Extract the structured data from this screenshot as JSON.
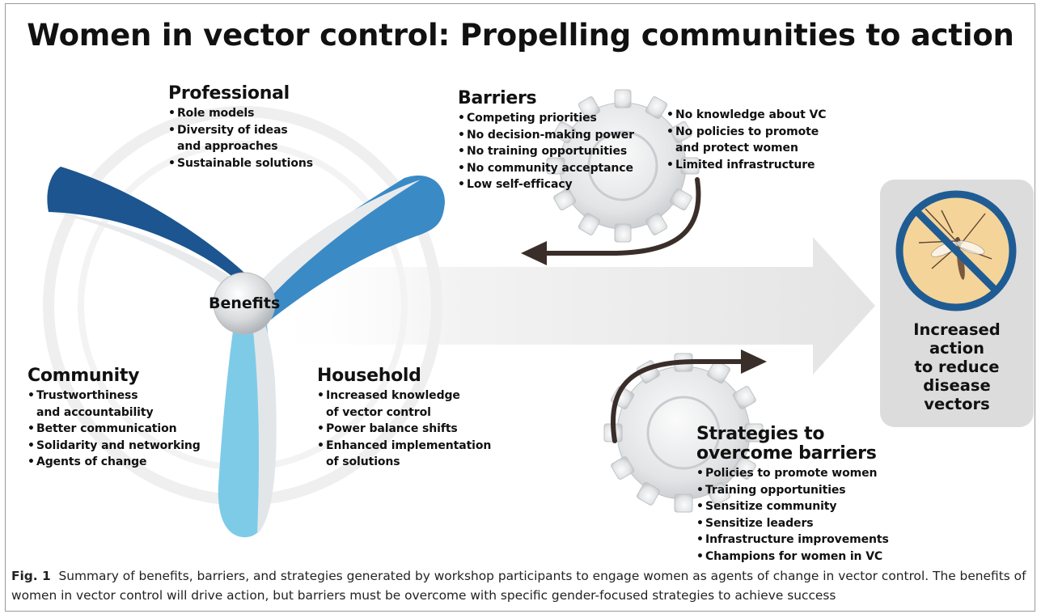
{
  "title": "Women in vector control: Propelling communities to action",
  "hub_label": "Benefits",
  "sections": {
    "professional": {
      "heading": "Professional",
      "items": [
        "Role models",
        "Diversity of ideas",
        "Sustainable solutions"
      ],
      "continuations": {
        "1": "and approaches"
      }
    },
    "community": {
      "heading": "Community",
      "items": [
        "Trustworthiness",
        "Better communication",
        "Solidarity and networking",
        "Agents of change"
      ],
      "continuations": {
        "0": "and accountability"
      }
    },
    "household": {
      "heading": "Household",
      "items": [
        "Increased knowledge",
        "Power balance shifts",
        "Enhanced implementation"
      ],
      "continuations": {
        "0": "of vector control",
        "2": "of solutions"
      }
    },
    "barriers": {
      "heading": "Barriers",
      "col1": [
        "Competing priorities",
        "No decision-making power",
        "No training opportunities",
        "No community acceptance",
        "Low self-efficacy"
      ],
      "col2": [
        "No knowledge about VC",
        "No policies to promote",
        "Limited infrastructure"
      ],
      "col2_continuations": {
        "1": "and protect women"
      }
    },
    "strategies": {
      "heading_line1": "Strategies to",
      "heading_line2": "overcome barriers",
      "items": [
        "Policies to promote women",
        "Training opportunities",
        "Sensitize community",
        "Sensitize leaders",
        "Infrastructure improvements",
        "Champions for women in VC"
      ]
    }
  },
  "result": {
    "lines": [
      "Increased",
      "action",
      "to reduce",
      "disease",
      "vectors"
    ],
    "icon": "no-mosquito-icon"
  },
  "caption": {
    "label": "Fig. 1",
    "text": "Summary of benefits, barriers, and strategies generated by workshop participants to engage women as agents of change in vector control. The benefits of women in vector control will drive action, but barriers must be overcome with specific gender-focused strategies to achieve success"
  },
  "colors": {
    "blade_dark": "#1c5590",
    "blade_mid": "#3a8ac6",
    "blade_light": "#7ecbe8",
    "gear": "#dcdfe2",
    "result_panel": "#dcdcdc",
    "no_sign": "#1f5c93",
    "mosquito_bg": "#f5d49a",
    "arrow": "#3a2e2a"
  }
}
